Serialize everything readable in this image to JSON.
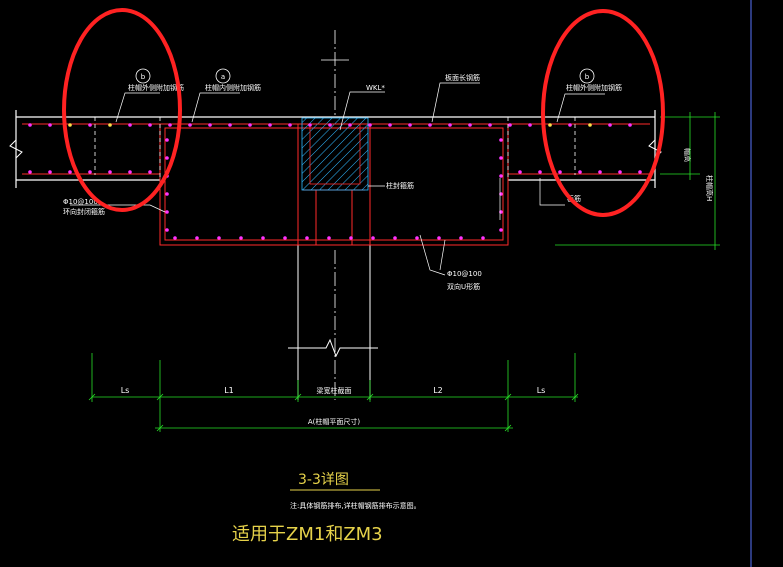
{
  "drawing": {
    "labels": {
      "bubble_b": "b",
      "bubble_a": "a",
      "cap_side_rebar_left": "柱帽外侧附加钢筋",
      "cap_side_rebar_right": "柱帽外侧附加钢筋",
      "cap_inner_rebar": "柱帽内侧附加钢筋",
      "beam_mark": "WKL*",
      "slab_top_rebar": "板面长钢筋",
      "cap_height": "帽高",
      "column_cap_height": "柱帽高H",
      "column_stirrup": "柱封箍筋",
      "slab_bar": "板筋",
      "ring_stirrup_spec": "Φ10@100",
      "ring_stirrup": "环向封闭箍筋",
      "u_bar_spec": "Φ10@100",
      "u_bar": "双向U形筋",
      "column_width": "梁宽柱截面",
      "dim_ls_left": "Ls",
      "dim_l1": "L1",
      "dim_l2": "L2",
      "dim_ls_right": "Ls",
      "dim_a": "A(柱帽平面尺寸)"
    },
    "title": "3-3详图",
    "note": "注:具体钢筋排布,详柱帽钢筋排布示意图。",
    "applies": "适用于ZM1和ZM3"
  },
  "colors": {
    "background": "#000000",
    "concrete_outline": "#ff2a2a",
    "rebar_dots": "#ff33ff",
    "rebar_dot_yellow": "#ffe14a",
    "dimension": "#27e027",
    "centerline": "#ffffff",
    "hatch": "#2fb8ff",
    "annotation_circle": "#ff2222",
    "title_text": "#e6d24a",
    "border_blue": "#3a4ea8"
  },
  "icons": [
    "break-line-symbol",
    "section-bubble",
    "rebar-dot"
  ]
}
